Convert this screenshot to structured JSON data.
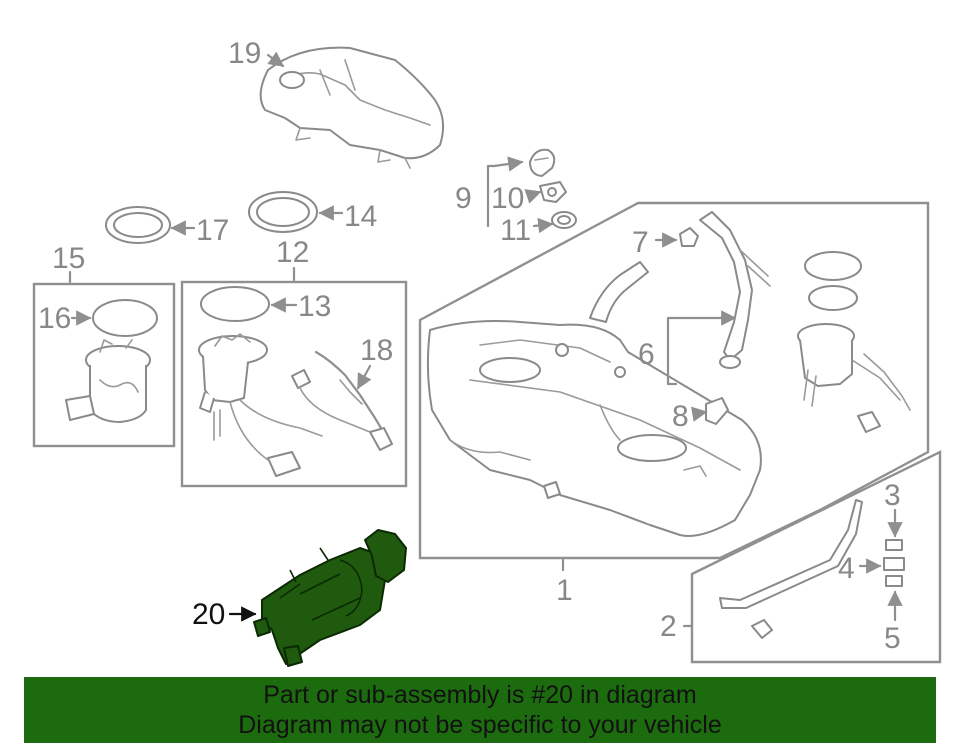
{
  "callouts": {
    "c1": "1",
    "c2": "2",
    "c3": "3",
    "c4": "4",
    "c5": "5",
    "c6": "6",
    "c7": "7",
    "c8": "8",
    "c9": "9",
    "c10": "10",
    "c11": "11",
    "c12": "12",
    "c13": "13",
    "c14": "14",
    "c15": "15",
    "c16": "16",
    "c17": "17",
    "c18": "18",
    "c19": "19",
    "c20": "20"
  },
  "highlight": {
    "callout": "20",
    "color": "#1f5a0e"
  },
  "banner": {
    "line1": "Part or sub-assembly is #20 in diagram",
    "line2": "Diagram may not be specific to your vehicle",
    "background": "#1d6b0f"
  }
}
